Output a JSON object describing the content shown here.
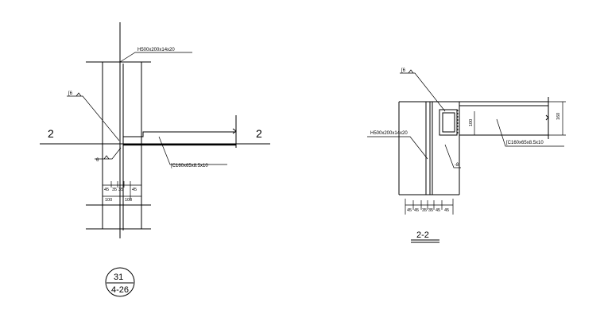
{
  "left_view": {
    "section_mark_left": "2",
    "section_mark_right": "2",
    "column_label": "H500x200x14x20",
    "weld_label": "6",
    "weld_label_bottom": "6",
    "channel_label": "C160x65x8.5x10",
    "dims_top": [
      "45",
      "35",
      "35",
      "45"
    ],
    "dims_bottom": [
      "100",
      "100"
    ]
  },
  "right_view": {
    "weld_label": "6",
    "column_label": "H500x200x14x20",
    "plate_label": "-8",
    "channel_label": "C160x65x8.5x10",
    "depth_dim": "160",
    "inner_dim": "100",
    "dims_bottom": [
      "45",
      "45",
      "35",
      "35",
      "45",
      "45"
    ],
    "title": "2-2"
  },
  "detail_ref": {
    "number": "31",
    "sheet": "4-26"
  }
}
